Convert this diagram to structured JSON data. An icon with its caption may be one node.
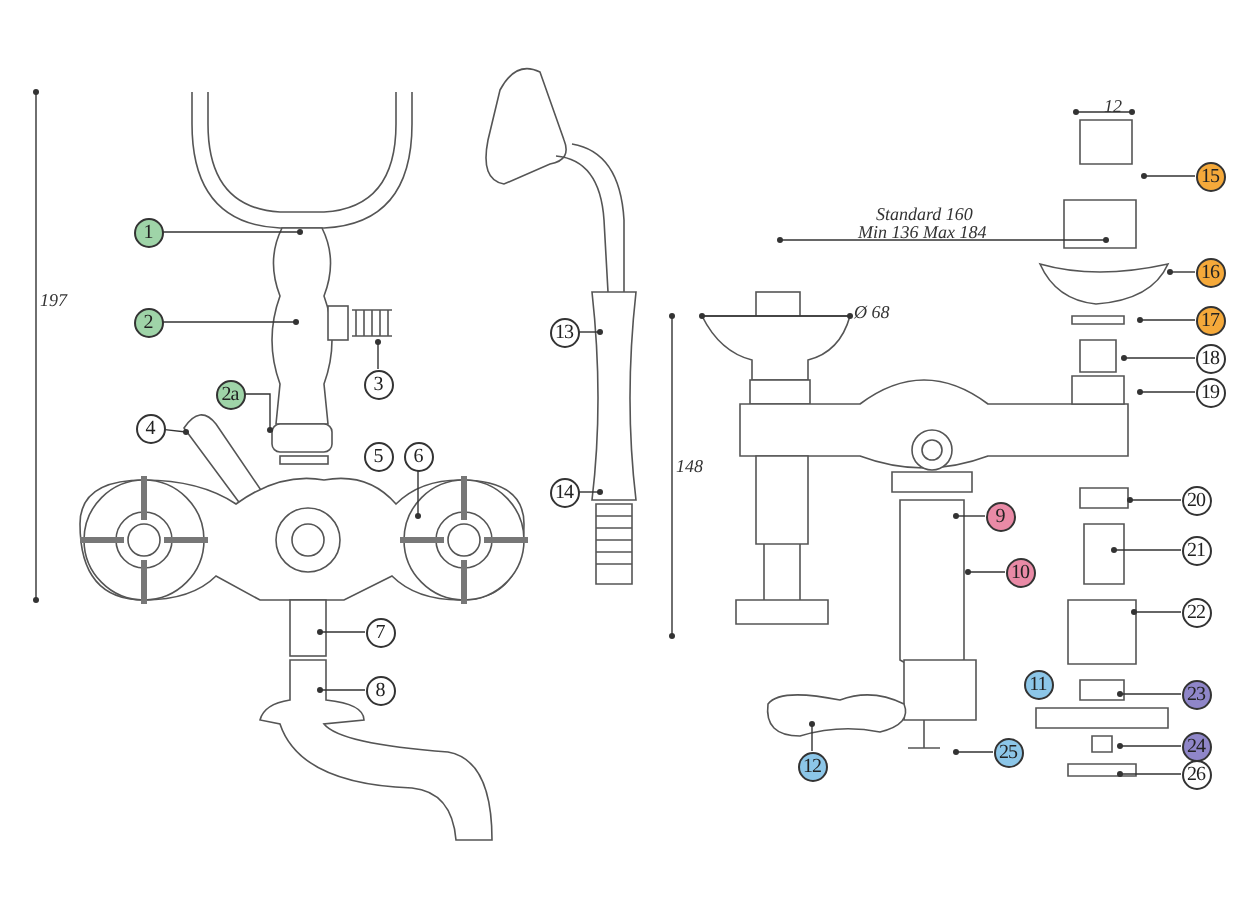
{
  "diagram": {
    "nodes": [
      {
        "text": [
          "1"
        ]
      },
      {
        "text": [
          "2"
        ]
      },
      {
        "text": [
          "2a"
        ]
      },
      {
        "text": [
          "3"
        ]
      },
      {
        "text": [
          "4"
        ]
      },
      {
        "text": [
          "5"
        ]
      },
      {
        "text": [
          "6"
        ]
      },
      {
        "text": [
          "7"
        ]
      },
      {
        "text": [
          "8"
        ]
      },
      {
        "text": [
          "9"
        ]
      },
      {
        "text": [
          "10"
        ]
      },
      {
        "text": [
          "11"
        ]
      },
      {
        "text": [
          "12"
        ]
      },
      {
        "text": [
          "13"
        ]
      },
      {
        "text": [
          "14"
        ]
      },
      {
        "text": [
          "15"
        ]
      },
      {
        "text": [
          "16"
        ]
      },
      {
        "text": [
          "17"
        ]
      },
      {
        "text": [
          "18"
        ]
      },
      {
        "text": [
          "19"
        ]
      },
      {
        "text": [
          "20"
        ]
      },
      {
        "text": [
          "21"
        ]
      },
      {
        "text": [
          "22"
        ]
      },
      {
        "text": [
          "23"
        ]
      },
      {
        "text": [
          "24"
        ]
      },
      {
        "text": [
          "25"
        ]
      },
      {
        "text": [
          "26"
        ]
      }
    ],
    "edges": [
      {
        "from": 0,
        "to": null,
        "arrow": "other"
      },
      {
        "from": 1,
        "to": null,
        "arrow": "other"
      },
      {
        "from": 2,
        "to": null,
        "arrow": "other"
      },
      {
        "from": 3,
        "to": null,
        "arrow": "other"
      },
      {
        "from": 4,
        "to": null,
        "arrow": "other"
      },
      {
        "from": 6,
        "to": null,
        "arrow": "other"
      },
      {
        "from": 7,
        "to": null,
        "arrow": "other"
      },
      {
        "from": 8,
        "to": null,
        "arrow": "other"
      },
      {
        "from": 9,
        "to": null,
        "arrow": "other"
      },
      {
        "from": 10,
        "to": null,
        "arrow": "other"
      },
      {
        "from": 12,
        "to": null,
        "arrow": "other"
      },
      {
        "from": 13,
        "to": null,
        "arrow": "other"
      },
      {
        "from": 14,
        "to": null,
        "arrow": "other"
      },
      {
        "from": 15,
        "to": null,
        "arrow": "other"
      },
      {
        "from": 16,
        "to": null,
        "arrow": "other"
      },
      {
        "from": 17,
        "to": null,
        "arrow": "other"
      },
      {
        "from": 18,
        "to": null,
        "arrow": "other"
      },
      {
        "from": 19,
        "to": null,
        "arrow": "other"
      },
      {
        "from": 20,
        "to": null,
        "arrow": "other"
      },
      {
        "from": 21,
        "to": null,
        "arrow": "other"
      },
      {
        "from": 22,
        "to": null,
        "arrow": "other"
      },
      {
        "from": 23,
        "to": null,
        "arrow": "other"
      },
      {
        "from": 24,
        "to": null,
        "arrow": "other"
      },
      {
        "from": 25,
        "to": null,
        "arrow": "other"
      },
      {
        "from": 26,
        "to": null,
        "arrow": "other"
      }
    ],
    "labels": [
      "12",
      "Standard 160",
      "Min 136 Max 184",
      "Ø 68",
      "197",
      "148"
    ]
  }
}
